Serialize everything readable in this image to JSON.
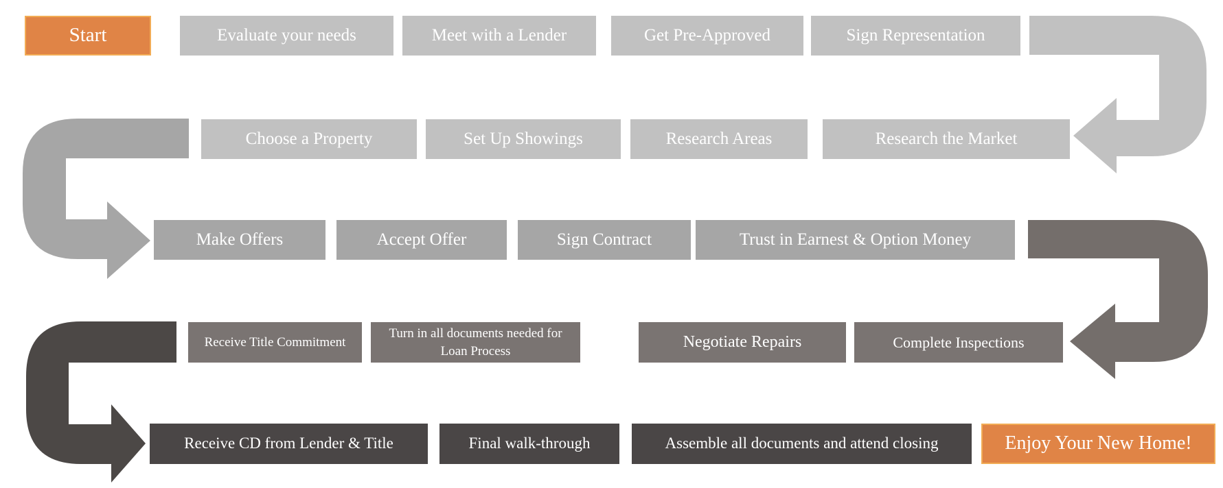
{
  "colors": {
    "box_light": "#C1C1C1",
    "box_medium": "#A6A6A6",
    "box_dark": "#7A7472",
    "box_darkest": "#4A4646",
    "accent_orange": "#E08446",
    "accent_orange_border": "#F2AC55",
    "arrow_light": "#C1C1C1",
    "arrow_medium": "#A6A6A6",
    "arrow_dark": "#746E6B",
    "arrow_darkest": "#4C4846",
    "text": "#FFFFFF"
  },
  "rows": [
    {
      "boxes": [
        {
          "label": "Start"
        },
        {
          "label": "Evaluate your needs"
        },
        {
          "label": "Meet with a Lender"
        },
        {
          "label": "Get Pre-Approved"
        },
        {
          "label": "Sign Representation"
        }
      ]
    },
    {
      "boxes": [
        {
          "label": "Choose a Property"
        },
        {
          "label": "Set Up Showings"
        },
        {
          "label": "Research Areas"
        },
        {
          "label": "Research the Market"
        }
      ]
    },
    {
      "boxes": [
        {
          "label": "Make Offers"
        },
        {
          "label": "Accept Offer"
        },
        {
          "label": "Sign Contract"
        },
        {
          "label": "Trust in Earnest & Option Money"
        }
      ]
    },
    {
      "boxes": [
        {
          "label": "Receive Title Commitment"
        },
        {
          "label": "Turn in all documents needed for Loan Process"
        },
        {
          "label": "Negotiate Repairs"
        },
        {
          "label": "Complete Inspections"
        }
      ]
    },
    {
      "boxes": [
        {
          "label": "Receive CD from Lender & Title"
        },
        {
          "label": "Final walk-through"
        },
        {
          "label": "Assemble all documents and attend closing"
        },
        {
          "label": "Enjoy Your New Home!"
        }
      ]
    }
  ]
}
